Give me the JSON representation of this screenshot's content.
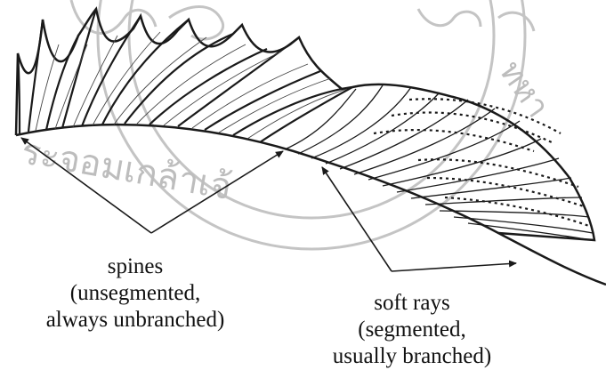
{
  "figure": {
    "spines": {
      "line1": "spines",
      "line2": "(unsegmented,",
      "line3": "always unbranched)"
    },
    "soft_rays": {
      "line1": "soft rays",
      "line2": "(segmented,",
      "line3": "usually branched)"
    }
  },
  "watermark": {
    "arc_text_left": "ระจอมเกล้าเจ้",
    "arc_text_right": "ทหา"
  },
  "colors": {
    "ink": "#1a1a1a",
    "watermark": "#b8b8b8"
  }
}
